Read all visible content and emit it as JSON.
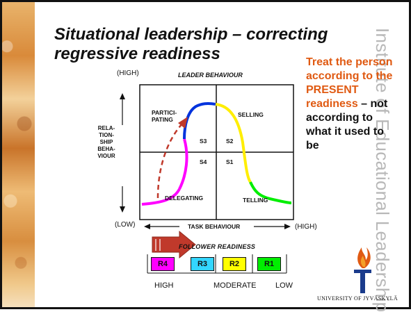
{
  "title": "Situational leadership – correcting regressive readiness",
  "side_text": "Institute of Educational Leadership",
  "note": {
    "part1": "Treat the person according to the PRESENT readiness",
    "part2": " – not according to what it used to be"
  },
  "chart": {
    "high_label": "(HIGH)",
    "low_label": "(LOW)",
    "leader_behaviour": "LEADER BEHAVIOUR",
    "relationship_behaviour": "RELA-TION-SHIP BEHA-VIOUR",
    "task_behaviour": "TASK BEHAVIOUR",
    "task_high": "(HIGH)",
    "quadrants": {
      "participating": "PARTICI-PATING",
      "selling": "SELLING",
      "delegating": "DELEGATING",
      "telling": "TELLING"
    },
    "styles": {
      "s1": "S1",
      "s2": "S2",
      "s3": "S3",
      "s4": "S4"
    },
    "follower_readiness": "FOLLOWER READINESS",
    "readiness": [
      {
        "label": "R4",
        "color": "#ff00ff"
      },
      {
        "label": "R3",
        "color": "#33d6ff"
      },
      {
        "label": "R2",
        "color": "#ffff00"
      },
      {
        "label": "R1",
        "color": "#00ee00"
      }
    ],
    "scale": {
      "high": "HIGH",
      "moderate": "MODERATE",
      "low": "LOW"
    }
  },
  "logo": {
    "text": "UNIVERSITY OF JYVÄSKYLÄ",
    "icon": "torch-flame-icon"
  },
  "colors": {
    "accent": "#e05a12",
    "arrow": "#c0392b"
  }
}
